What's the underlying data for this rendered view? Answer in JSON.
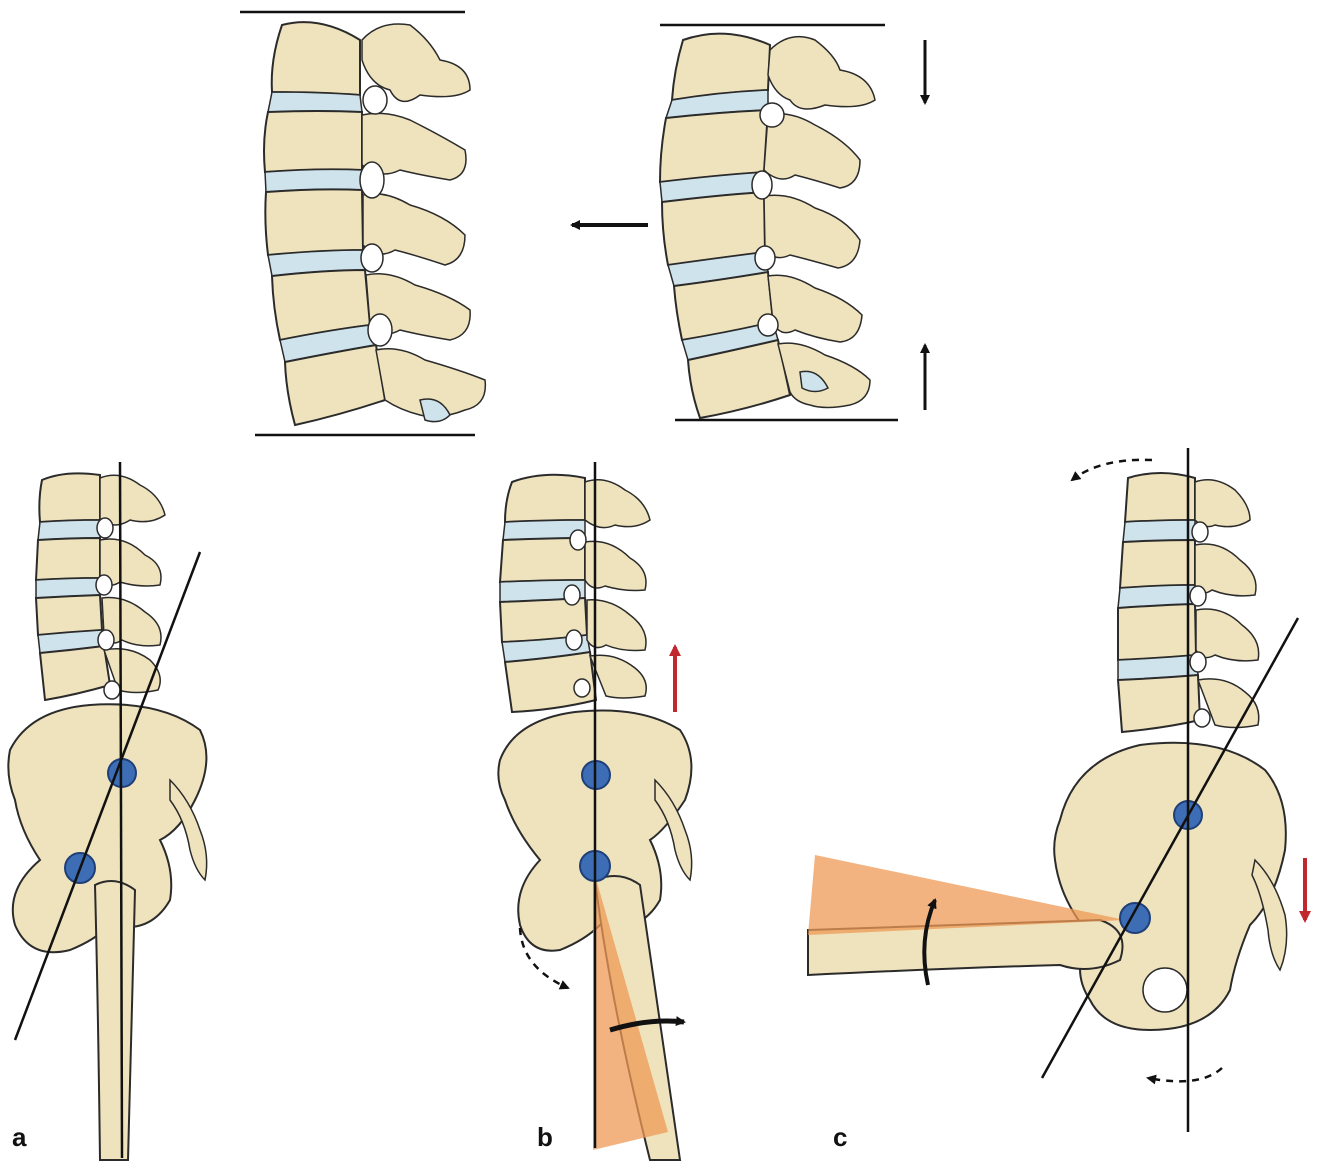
{
  "panels": [
    {
      "id": "a",
      "label": "a"
    },
    {
      "id": "b",
      "label": "b"
    },
    {
      "id": "c",
      "label": "c"
    }
  ],
  "colors": {
    "bone": "#efe3bd",
    "disc": "#cfe3ec",
    "joint": "#3d6db5",
    "red_arrow": "#c0282d",
    "cone": "#ee9a55",
    "line": "#111111"
  },
  "icons": [
    "arrow-left-icon",
    "arrow-down-icon",
    "arrow-up-icon",
    "curved-arrow-icon",
    "dashed-curved-arrow-icon"
  ]
}
